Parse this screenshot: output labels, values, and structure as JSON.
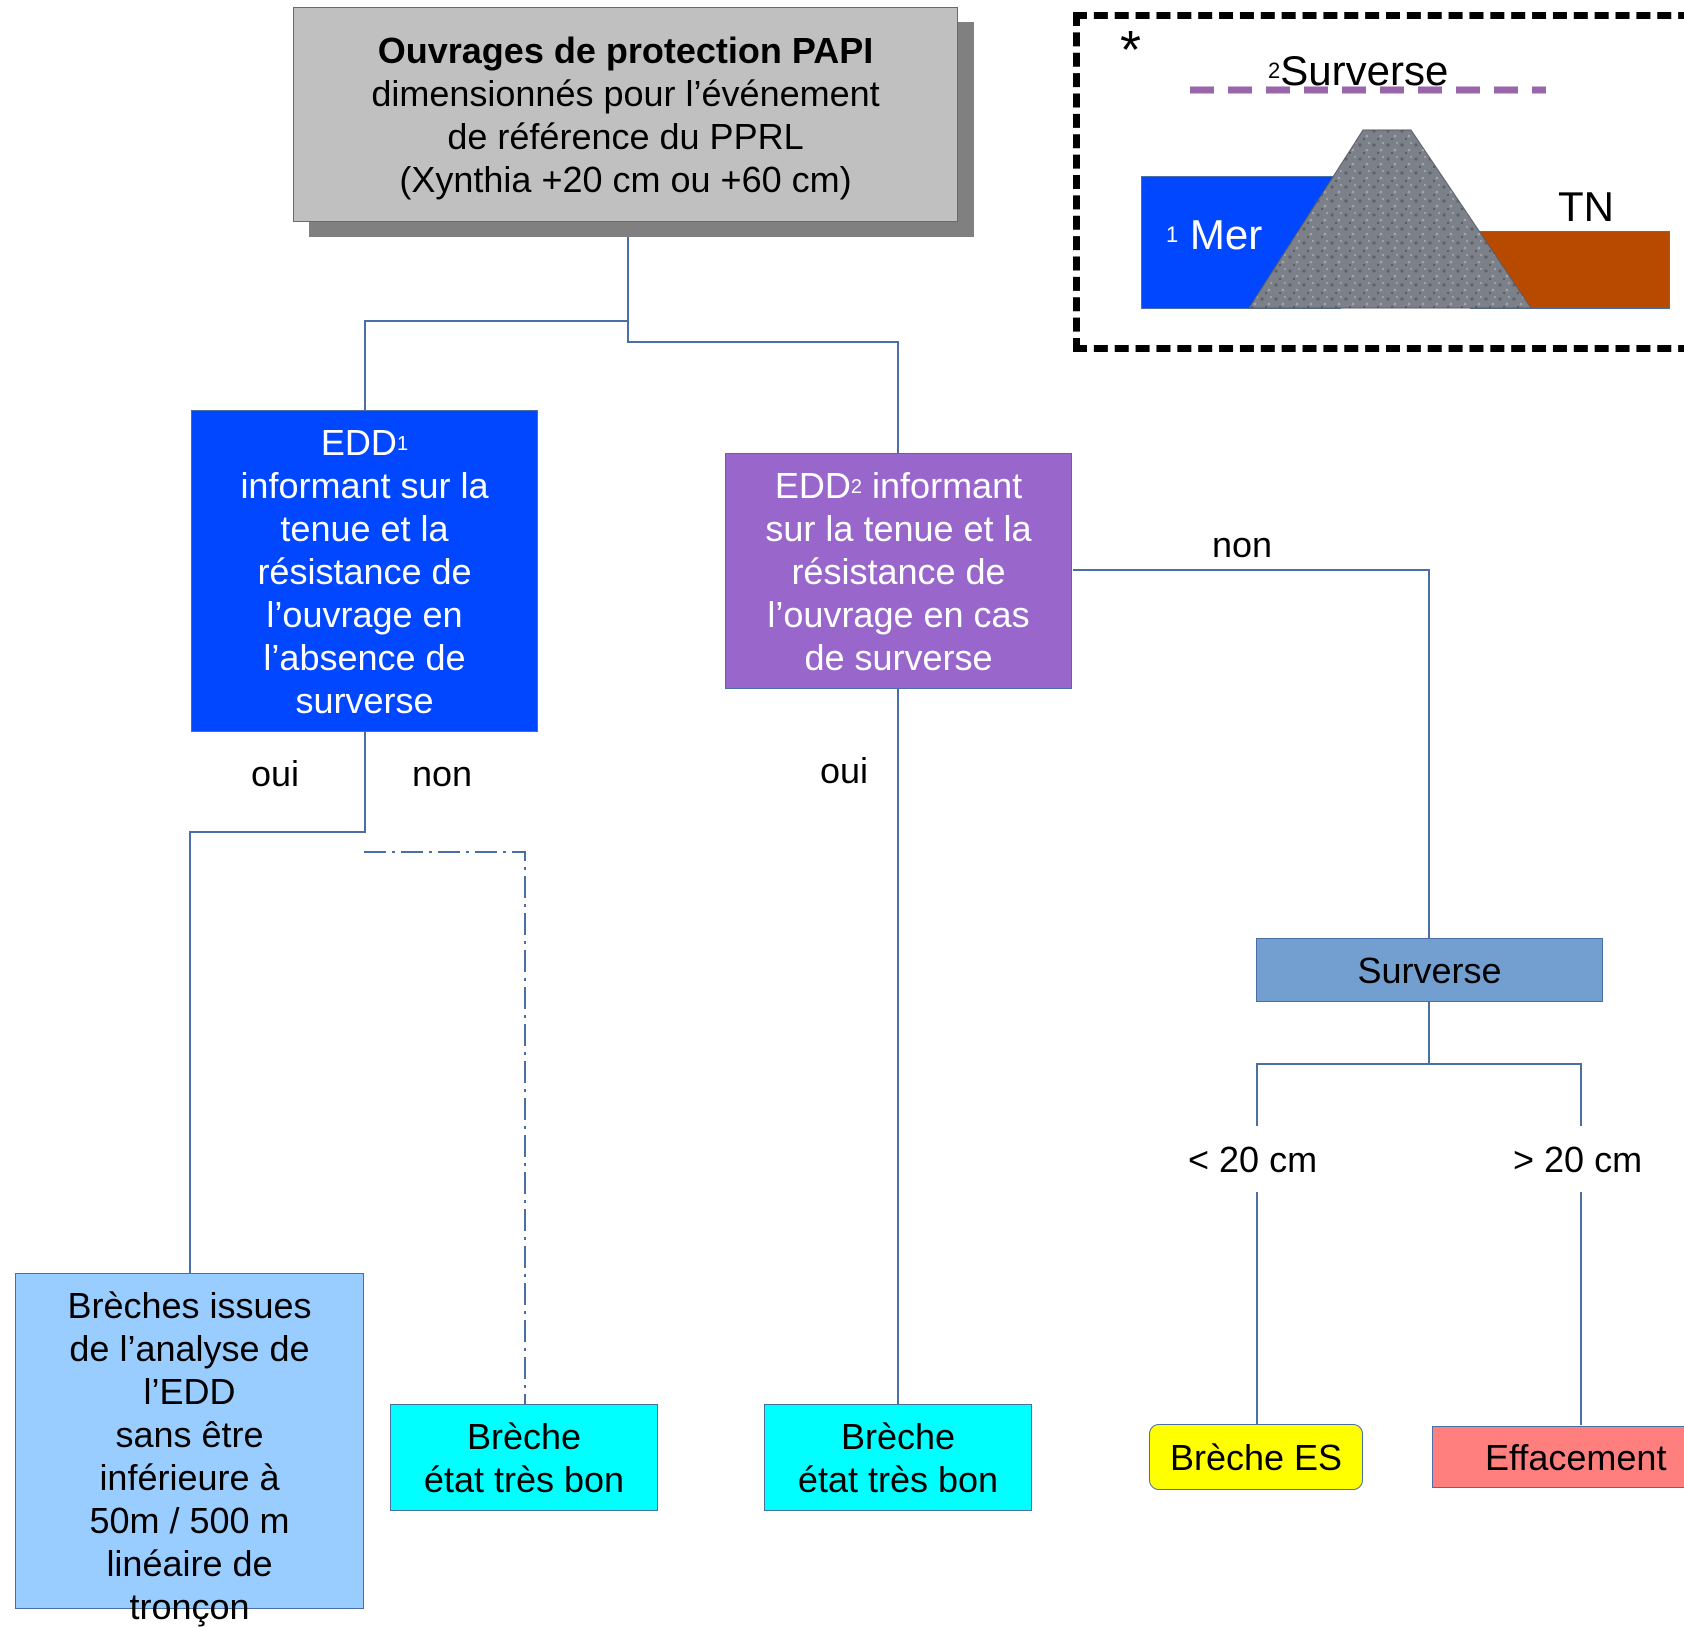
{
  "root": {
    "title": "Ouvrages de protection PAPI",
    "line1": "dimensionnés pour l’événement",
    "line2": "de référence du PPRL",
    "line3": "(Xynthia +20 cm ou +60 cm)"
  },
  "legend": {
    "asterisk": "*",
    "surverse_num": "2",
    "surverse_label": "Surverse",
    "mer_num": "1",
    "mer_label": "Mer",
    "tn_label": "TN"
  },
  "edd1": {
    "title": "EDD",
    "sup": "1",
    "lines": [
      "informant sur la",
      "tenue et la",
      "résistance de",
      "l’ouvrage en",
      "l’absence de",
      "surverse"
    ]
  },
  "edd2": {
    "title": "EDD",
    "sup": "2",
    "title_rest": " informant",
    "lines": [
      "sur la tenue et la",
      "résistance de",
      "l’ouvrage en cas",
      "de surverse"
    ]
  },
  "labels": {
    "edd1_oui": "oui",
    "edd1_non": "non",
    "edd2_oui": "oui",
    "edd2_non": "non",
    "lt20": "< 20 cm",
    "gt20": "> 20 cm"
  },
  "surverse_box": "Surverse",
  "breches_edd": [
    "Brèches issues",
    "de l’analyse de",
    "l’EDD",
    "sans être",
    "inférieure à",
    "50m / 500 m",
    "linéaire de",
    "tronçon"
  ],
  "breche1": [
    "Brèche",
    "état très bon"
  ],
  "breche2": [
    "Brèche",
    "état très bon"
  ],
  "breche_es": "Brèche ES",
  "effacement": "Effacement",
  "colors": {
    "root_fill": "#c0c0c0",
    "edd1_fill": "#0047ff",
    "edd2_fill": "#9966cc",
    "surverse_fill": "#729fcf",
    "breches_edd_fill": "#99ccff",
    "breche_fill": "#00ffff",
    "breche_es_fill": "#ffff00",
    "effacement_fill": "#ff7f7f",
    "mer_fill": "#0047ff",
    "tn_fill": "#b84a00",
    "surverse_line": "#9966aa",
    "connector": "#4a6fa5"
  }
}
